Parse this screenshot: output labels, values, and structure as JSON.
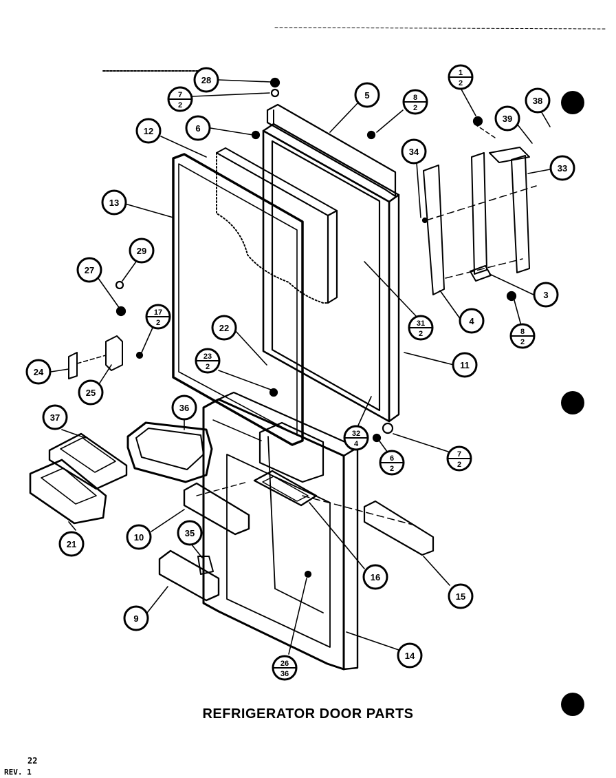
{
  "diagram": {
    "title": "REFRIGERATOR DOOR PARTS",
    "page_number": "22",
    "revision": "REV. 1",
    "callouts": [
      {
        "id": "c28",
        "label": "28"
      },
      {
        "id": "c7-2-top",
        "num": "7",
        "den": "2"
      },
      {
        "id": "c6",
        "label": "6"
      },
      {
        "id": "c12",
        "label": "12"
      },
      {
        "id": "c5",
        "label": "5"
      },
      {
        "id": "c8-2-top",
        "num": "8",
        "den": "2"
      },
      {
        "id": "c1-2",
        "num": "1",
        "den": "2"
      },
      {
        "id": "c38",
        "label": "38"
      },
      {
        "id": "c39",
        "label": "39"
      },
      {
        "id": "c34",
        "label": "34"
      },
      {
        "id": "c33",
        "label": "33"
      },
      {
        "id": "c13",
        "label": "13"
      },
      {
        "id": "c29",
        "label": "29"
      },
      {
        "id": "c27",
        "label": "27"
      },
      {
        "id": "c17-2",
        "num": "17",
        "den": "2"
      },
      {
        "id": "c3",
        "label": "3"
      },
      {
        "id": "c4",
        "label": "4"
      },
      {
        "id": "c8-2-bottom",
        "num": "8",
        "den": "2"
      },
      {
        "id": "c31-2",
        "num": "31",
        "den": "2"
      },
      {
        "id": "c22",
        "label": "22"
      },
      {
        "id": "c23-2",
        "num": "23",
        "den": "2"
      },
      {
        "id": "c11",
        "label": "11"
      },
      {
        "id": "c24",
        "label": "24"
      },
      {
        "id": "c25",
        "label": "25"
      },
      {
        "id": "c36",
        "label": "36"
      },
      {
        "id": "c37",
        "label": "37"
      },
      {
        "id": "c32-4",
        "num": "32",
        "den": "4"
      },
      {
        "id": "c6-2",
        "num": "6",
        "den": "2"
      },
      {
        "id": "c7-2-bottom",
        "num": "7",
        "den": "2"
      },
      {
        "id": "c21",
        "label": "21"
      },
      {
        "id": "c10",
        "label": "10"
      },
      {
        "id": "c35",
        "label": "35"
      },
      {
        "id": "c16",
        "label": "16"
      },
      {
        "id": "c15",
        "label": "15"
      },
      {
        "id": "c9",
        "label": "9"
      },
      {
        "id": "c26-36",
        "num": "26",
        "den": "36"
      },
      {
        "id": "c14",
        "label": "14"
      }
    ]
  }
}
